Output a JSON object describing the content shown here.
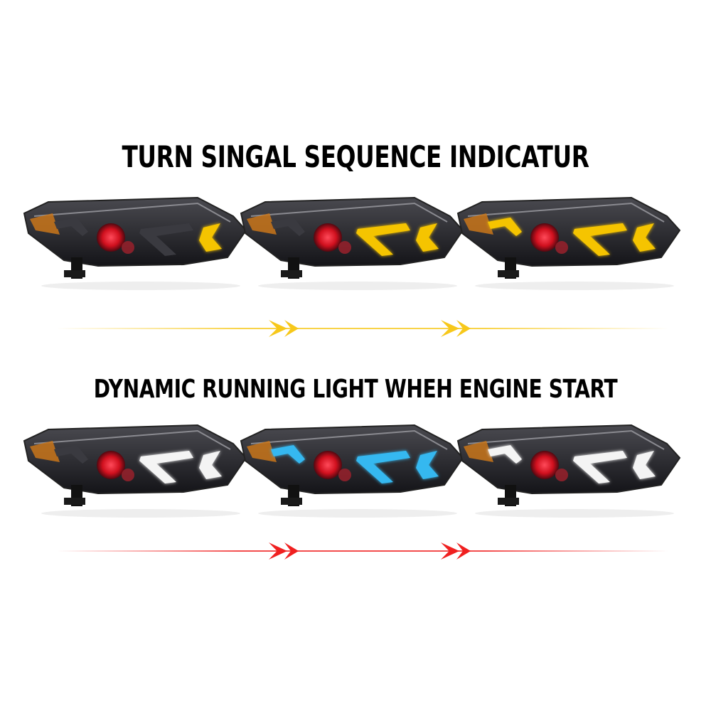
{
  "section1": {
    "title": "TURN SINGAL SEQUENCE INDICATUR",
    "arrow_color": "#f7c81a",
    "lamps": [
      {
        "drl_color": "#f5c400",
        "active_segments": 1
      },
      {
        "drl_color": "#f5c400",
        "active_segments": 2
      },
      {
        "drl_color": "#f5c400",
        "active_segments": 3
      }
    ]
  },
  "section2": {
    "title": "DYNAMIC RUNNING LIGHT WHEH ENGINE START",
    "arrow_color": "#f02020",
    "lamps": [
      {
        "drl_color": "#f4f4f4",
        "active_segments": 2
      },
      {
        "drl_color": "#36b8f0",
        "active_segments": 3
      },
      {
        "drl_color": "#f4f4f4",
        "active_segments": 3
      }
    ]
  }
}
